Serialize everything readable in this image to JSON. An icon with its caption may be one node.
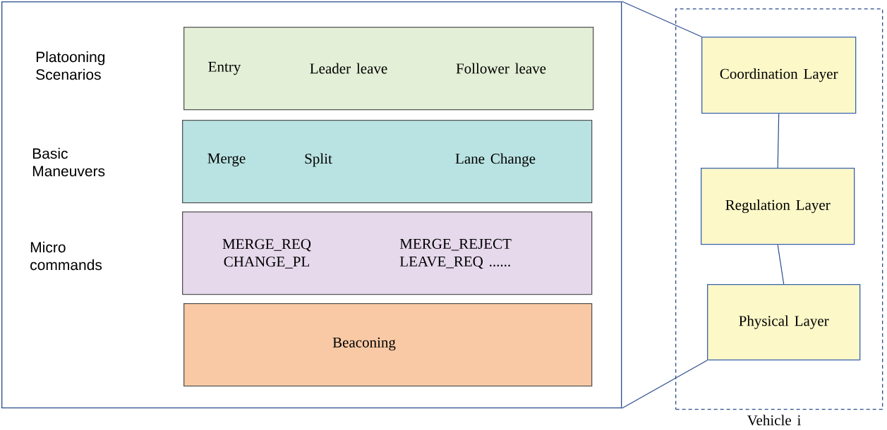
{
  "diagram": {
    "nodes": [
      {
        "text": [],
        "shape": "box"
      },
      {
        "text": [
          "Entry",
          "Leader leave",
          "Follower leave"
        ],
        "in": 0
      },
      {
        "text": [
          "Merge",
          "Split",
          "Lane Change"
        ],
        "in": 0
      },
      {
        "text": [
          "MERGE_REQ CHANGE_PL",
          "MERGE_REJECT LEAVE_REQ ......"
        ],
        "in": 0
      },
      {
        "text": [
          "Beaconing"
        ],
        "in": 0
      },
      {
        "text": [
          "Vehicle i"
        ]
      },
      {
        "text": [
          "Coordination Layer"
        ],
        "in": 5
      },
      {
        "text": [
          "Regulation Layer"
        ],
        "in": 5
      },
      {
        "text": [
          "Physical Layer"
        ],
        "in": 5
      }
    ],
    "edges": [
      {
        "from": 0,
        "to": 6,
        "arrow": "none"
      },
      {
        "from": 0,
        "to": 8,
        "arrow": "none"
      },
      {
        "from": 6,
        "to": 7,
        "arrow": "none"
      },
      {
        "from": 7,
        "to": 8,
        "arrow": "none"
      }
    ],
    "labels": [
      "Platooning Scenarios",
      "Basic Maneuvers",
      "Micro commands"
    ]
  }
}
